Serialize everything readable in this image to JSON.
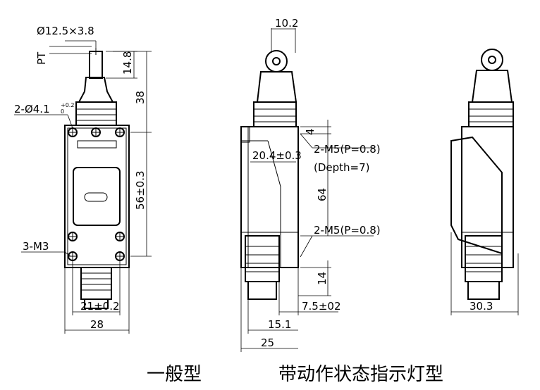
{
  "dimensions": {
    "roller_diameter": "Ø12.5×3.8",
    "pt": "PT",
    "roller_offset": "14.8",
    "actuator_height": "38",
    "mount_holes": "2-Ø4.1",
    "mount_hole_tol_upper": "+0.2",
    "mount_hole_tol_lower": "0",
    "mount_spacing_vertical": "56±0.3",
    "bottom_threads": "3-M3",
    "hole_spacing_horizontal": "21±0.2",
    "body_width_front": "28",
    "roller_width": "10.2",
    "top_step": "4",
    "side_depth": "20.4±0.3",
    "side_thread_top": "2-M5(P=0.8)",
    "side_thread_depth": "(Depth=7)",
    "side_spacing": "64",
    "side_thread_bottom": "2-M5(P=0.8)",
    "bottom_offset": "14",
    "side_offset": "7.5±02",
    "side_width_inner": "15.1",
    "side_width_total": "25",
    "indicator_width": "30.3"
  },
  "captions": {
    "general_type": "一般型",
    "indicator_type": "带动作状态指示灯型"
  }
}
